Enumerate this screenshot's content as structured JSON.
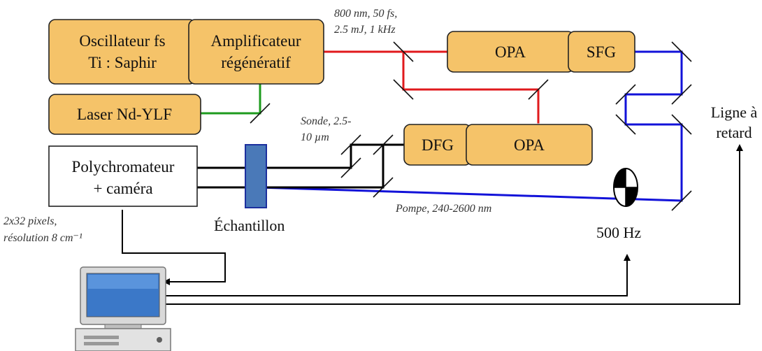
{
  "colors": {
    "box_fill": "#f5c369",
    "box_stroke": "#222222",
    "red_beam": "#e0191c",
    "green_beam": "#1e9b1e",
    "blue_beam": "#1212d9",
    "black_beam": "#000000",
    "sample_fill": "#4a79b8",
    "sample_stroke": "#1c2f9e"
  },
  "boxes": {
    "oscillator": [
      "Oscillateur fs",
      "Ti : Saphir"
    ],
    "amplifier": [
      "Amplificateur",
      "régénératif"
    ],
    "laser": [
      "Laser Nd-YLF"
    ],
    "opa_top": [
      "OPA"
    ],
    "sfg": [
      "SFG"
    ],
    "dfg": [
      "DFG"
    ],
    "opa_bottom": [
      "OPA"
    ],
    "polychromator": [
      "Polychromateur",
      "+ caméra"
    ]
  },
  "annotations": {
    "beam_spec": [
      "800 nm, 50 fs,",
      "2.5 mJ, 1 kHz"
    ],
    "probe": [
      "Sonde, 2.5-",
      "10 µm"
    ],
    "pump": "Pompe, 240-2600 nm",
    "detector": [
      "2x32 pixels,",
      "résolution 8 cm⁻¹"
    ]
  },
  "labels": {
    "sample": "Échantillon",
    "delay_line": [
      "Ligne à",
      "retard"
    ],
    "chopper": "500 Hz"
  },
  "icons": {
    "chopper": "chopper-wheel-icon",
    "computer": "desktop-computer-icon"
  }
}
